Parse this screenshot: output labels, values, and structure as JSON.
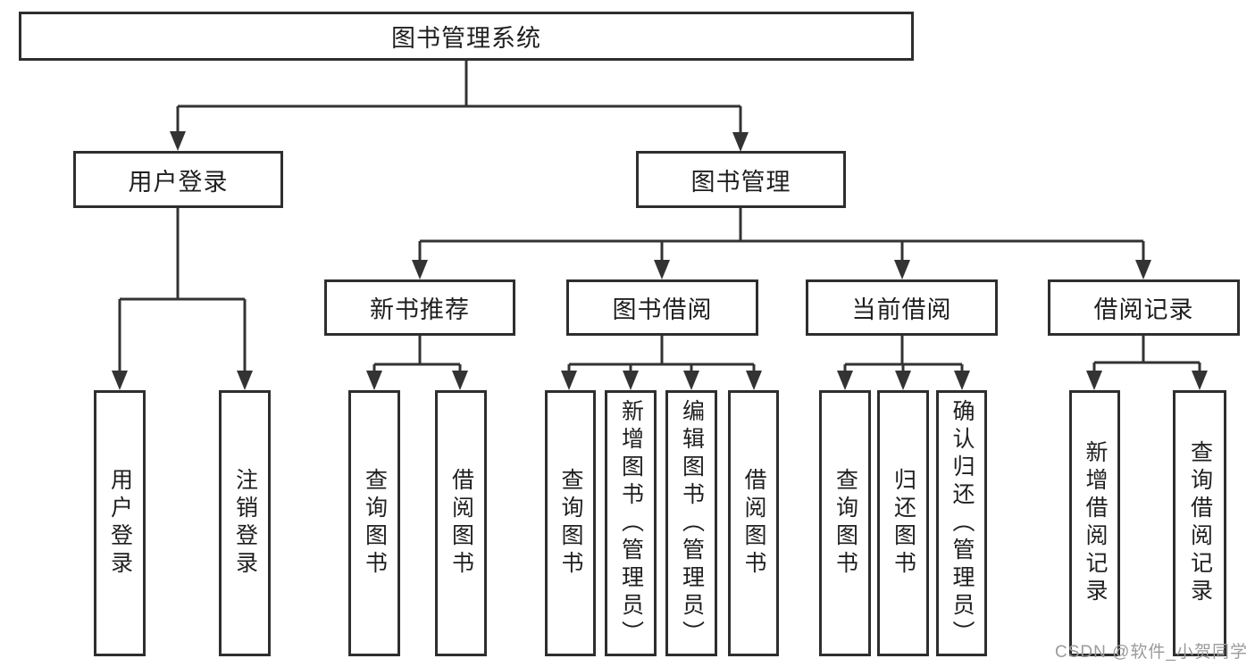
{
  "diagram": {
    "root": {
      "label": "图书管理系统"
    },
    "level2": [
      {
        "label": "用户登录"
      },
      {
        "label": "图书管理"
      }
    ],
    "level3": [
      {
        "label": "新书推荐"
      },
      {
        "label": "图书借阅"
      },
      {
        "label": "当前借阅"
      },
      {
        "label": "借阅记录"
      }
    ],
    "leaves": [
      {
        "label": "用户登录"
      },
      {
        "label": "注销登录"
      },
      {
        "label": "查询图书"
      },
      {
        "label": "借阅图书"
      },
      {
        "label": "查询图书"
      },
      {
        "label": "新增图书（管理员）"
      },
      {
        "label": "编辑图书（管理员）"
      },
      {
        "label": "借阅图书"
      },
      {
        "label": "查询图书"
      },
      {
        "label": "归还图书"
      },
      {
        "label": "确认归还（管理员）"
      },
      {
        "label": "新增借阅记录"
      },
      {
        "label": "查询借阅记录"
      }
    ],
    "watermark": "CSDN @软件_小贺同学",
    "colors": {
      "line": "#333333",
      "border": "#2e2e2e",
      "text": "#1f1f1f",
      "watermark": "#9b9b9b",
      "background": "#ffffff"
    }
  }
}
